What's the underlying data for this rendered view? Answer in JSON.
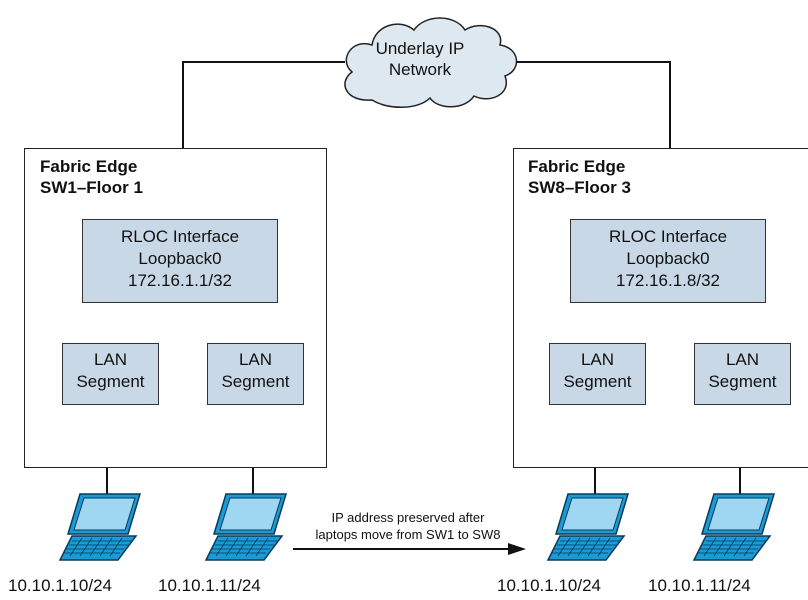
{
  "underlay": {
    "label_line1": "Underlay IP",
    "label_line2": "Network"
  },
  "left_switch": {
    "title_line1": "Fabric Edge",
    "title_line2": "SW1–Floor 1",
    "rloc": {
      "line1": "RLOC Interface",
      "line2": "Loopback0",
      "line3": "172.16.1.1/32"
    },
    "lan_segments": [
      {
        "line1": "LAN",
        "line2": "Segment"
      },
      {
        "line1": "LAN",
        "line2": "Segment"
      }
    ],
    "hosts": [
      "10.10.1.10/24",
      "10.10.1.11/24"
    ]
  },
  "right_switch": {
    "title_line1": "Fabric Edge",
    "title_line2": "SW8–Floor 3",
    "rloc": {
      "line1": "RLOC Interface",
      "line2": "Loopback0",
      "line3": "172.16.1.8/32"
    },
    "lan_segments": [
      {
        "line1": "LAN",
        "line2": "Segment"
      },
      {
        "line1": "LAN",
        "line2": "Segment"
      }
    ],
    "hosts": [
      "10.10.1.10/24",
      "10.10.1.11/24"
    ]
  },
  "move_note": {
    "line1": "IP address preserved after",
    "line2": "laptops move from SW1 to SW8"
  },
  "colors": {
    "segment_fill": "#c8d8e6",
    "cloud_fill": "#dde8f0",
    "laptop_fill": "#1a9ad6"
  }
}
